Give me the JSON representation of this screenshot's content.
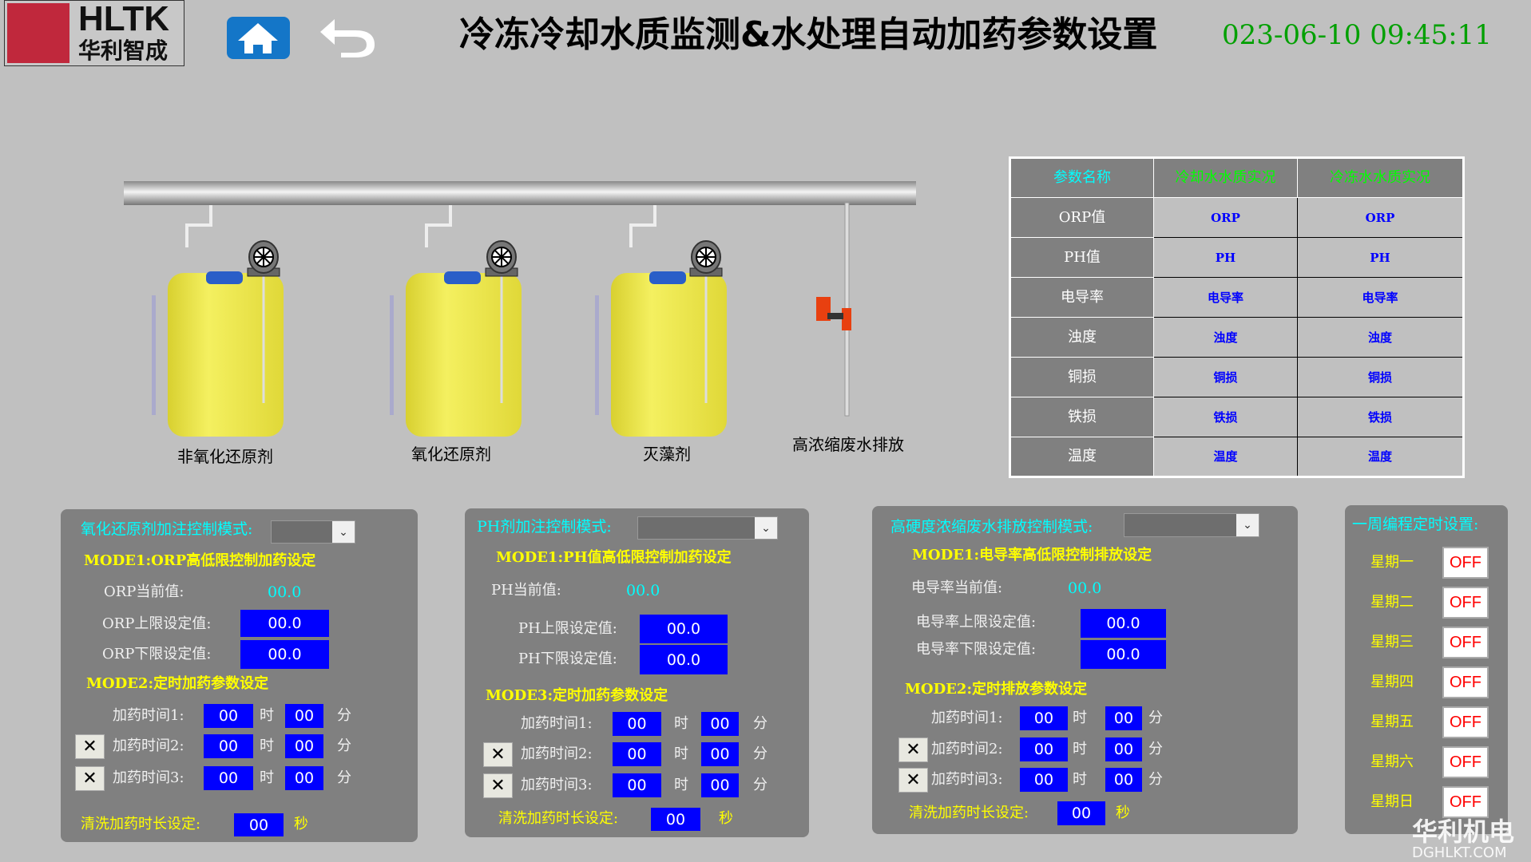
{
  "header": {
    "logo_text": "HLTK",
    "logo_sub": "华利智成",
    "title": "冷冻冷却水质监测&水处理自动加药参数设置",
    "datetime": "023-06-10 09:45:11"
  },
  "scene": {
    "tanks": [
      "非氧化还原剂",
      "氧化还原剂",
      "灭藻剂"
    ],
    "drain_label": "高浓缩废水排放"
  },
  "table": {
    "headers": [
      "参数名称",
      "冷却水水质实况",
      "冷冻水水质实况"
    ],
    "rows": [
      [
        "ORP值",
        "ORP",
        "ORP"
      ],
      [
        "PH值",
        "PH",
        "PH"
      ],
      [
        "电导率",
        "电导率",
        "电导率"
      ],
      [
        "浊度",
        "浊度",
        "浊度"
      ],
      [
        "铜损",
        "铜损",
        "铜损"
      ],
      [
        "铁损",
        "铁损",
        "铁损"
      ],
      [
        "温度",
        "温度",
        "温度"
      ]
    ]
  },
  "panel1": {
    "title": "氧化还原剂加注控制模式:",
    "mode1": "MODE1:ORP高低限控制加药设定",
    "cur_label": "ORP当前值:",
    "cur_value": "00.0",
    "upper_label": "ORP上限设定值:",
    "upper_value": "00.0",
    "lower_label": "ORP下限设定值:",
    "lower_value": "00.0",
    "mode2": "MODE2:定时加药参数设定",
    "times": [
      {
        "label": "加药时间1:",
        "h": "00",
        "m": "00"
      },
      {
        "label": "加药时间2:",
        "h": "00",
        "m": "00"
      },
      {
        "label": "加药时间3:",
        "h": "00",
        "m": "00"
      }
    ],
    "hour_unit": "时",
    "min_unit": "分",
    "wash_label": "清洗加药时长设定:",
    "wash_value": "00",
    "sec_unit": "秒"
  },
  "panel2": {
    "title": "PH剂加注控制模式:",
    "mode1": "MODE1:PH值高低限控制加药设定",
    "cur_label": "PH当前值:",
    "cur_value": "00.0",
    "upper_label": "PH上限设定值:",
    "upper_value": "00.0",
    "lower_label": "PH下限设定值:",
    "lower_value": "00.0",
    "mode2": "MODE3:定时加药参数设定",
    "times": [
      {
        "label": "加药时间1:",
        "h": "00",
        "m": "00"
      },
      {
        "label": "加药时间2:",
        "h": "00",
        "m": "00"
      },
      {
        "label": "加药时间3:",
        "h": "00",
        "m": "00"
      }
    ],
    "hour_unit": "时",
    "min_unit": "分",
    "wash_label": "清洗加药时长设定:",
    "wash_value": "00",
    "sec_unit": "秒"
  },
  "panel3": {
    "title": "高硬度浓缩废水排放控制模式:",
    "mode1": "MODE1:电导率高低限控制排放设定",
    "cur_label": "电导率当前值:",
    "cur_value": "00.0",
    "upper_label": "电导率上限设定值:",
    "upper_value": "00.0",
    "lower_label": "电导率下限设定值:",
    "lower_value": "00.0",
    "mode2": "MODE2:定时排放参数设定",
    "times": [
      {
        "label": "加药时间1:",
        "h": "00",
        "m": "00"
      },
      {
        "label": "加药时间2:",
        "h": "00",
        "m": "00"
      },
      {
        "label": "加药时间3:",
        "h": "00",
        "m": "00"
      }
    ],
    "hour_unit": "时",
    "min_unit": "分",
    "wash_label": "清洗加药时长设定:",
    "wash_value": "00",
    "sec_unit": "秒"
  },
  "schedule": {
    "title": "一周编程定时设置:",
    "days": [
      {
        "label": "星期一",
        "state": "OFF"
      },
      {
        "label": "星期二",
        "state": "OFF"
      },
      {
        "label": "星期三",
        "state": "OFF"
      },
      {
        "label": "星期四",
        "state": "OFF"
      },
      {
        "label": "星期五",
        "state": "OFF"
      },
      {
        "label": "星期六",
        "state": "OFF"
      },
      {
        "label": "星期日",
        "state": "OFF"
      }
    ]
  },
  "watermark": {
    "cn": "华利机电",
    "en": "DGHLKT.COM"
  },
  "colors": {
    "input_bg": "#0000ff",
    "panel_bg": "#808080",
    "title_cyan": "#00ffff",
    "mode_yellow": "#ffff00",
    "off_red": "#ff0000"
  }
}
